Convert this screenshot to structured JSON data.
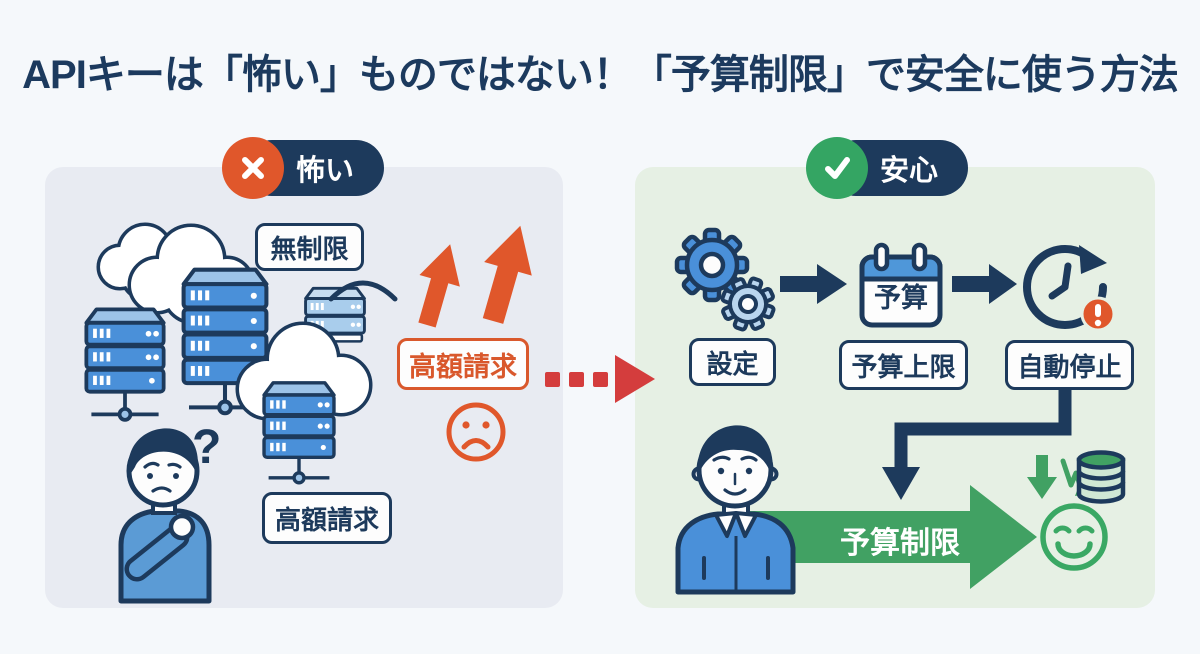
{
  "title": "APIキーは「怖い」ものではない！「予算制限」で安全に使う方法",
  "left_panel": {
    "badge": "怖い",
    "unlimited_tag": "無制限",
    "high_bill_tag_orange": "高額請求",
    "high_bill_tag": "高額請求",
    "question_mark": "?"
  },
  "right_panel": {
    "badge": "安心",
    "step1_tag": "設定",
    "step2_tag": "予算上限",
    "step3_tag": "自動停止",
    "calendar_text": "予算",
    "flow_arrow_label": "予算制限"
  },
  "colors": {
    "page_bg": "#f5f8fb",
    "title_navy": "#1c3a5e",
    "outline_navy": "#1d3a5c",
    "left_panel_bg": "#e8ebf2",
    "right_panel_bg": "#e6f0e4",
    "orange": "#e0572b",
    "green_badge": "#34a563",
    "green_arrow": "#41a163",
    "red_dashed_arrow": "#d43d3d",
    "server_blue": "#4a90d9",
    "light_blue": "#9cc3e8"
  },
  "icons": {
    "x-icon": "white ✕ in orange circle",
    "check-icon": "white ✓ in green circle",
    "cloud-icon": "outlined cloud",
    "server-icon": "blue server rack",
    "surge-arrow-icon": "orange up arrows ↑↑",
    "sad-face-icon": "orange ☹ outline",
    "dashed-arrow-icon": "red ▪▪▪▶",
    "gear-icon": "blue gears ⚙",
    "calendar-icon": "budget calendar",
    "clock-alert-icon": "history clock with orange !",
    "flow-arrow-icon": "navy ➜",
    "elbow-arrow-icon": "navy ⮡ down arrow",
    "big-green-arrow-icon": "green ➜ banner",
    "cost-down-arrow-icon": "green ↓ arrows",
    "database-icon": "green coin/db cylinder",
    "happy-face-icon": "green ☺ outline"
  }
}
